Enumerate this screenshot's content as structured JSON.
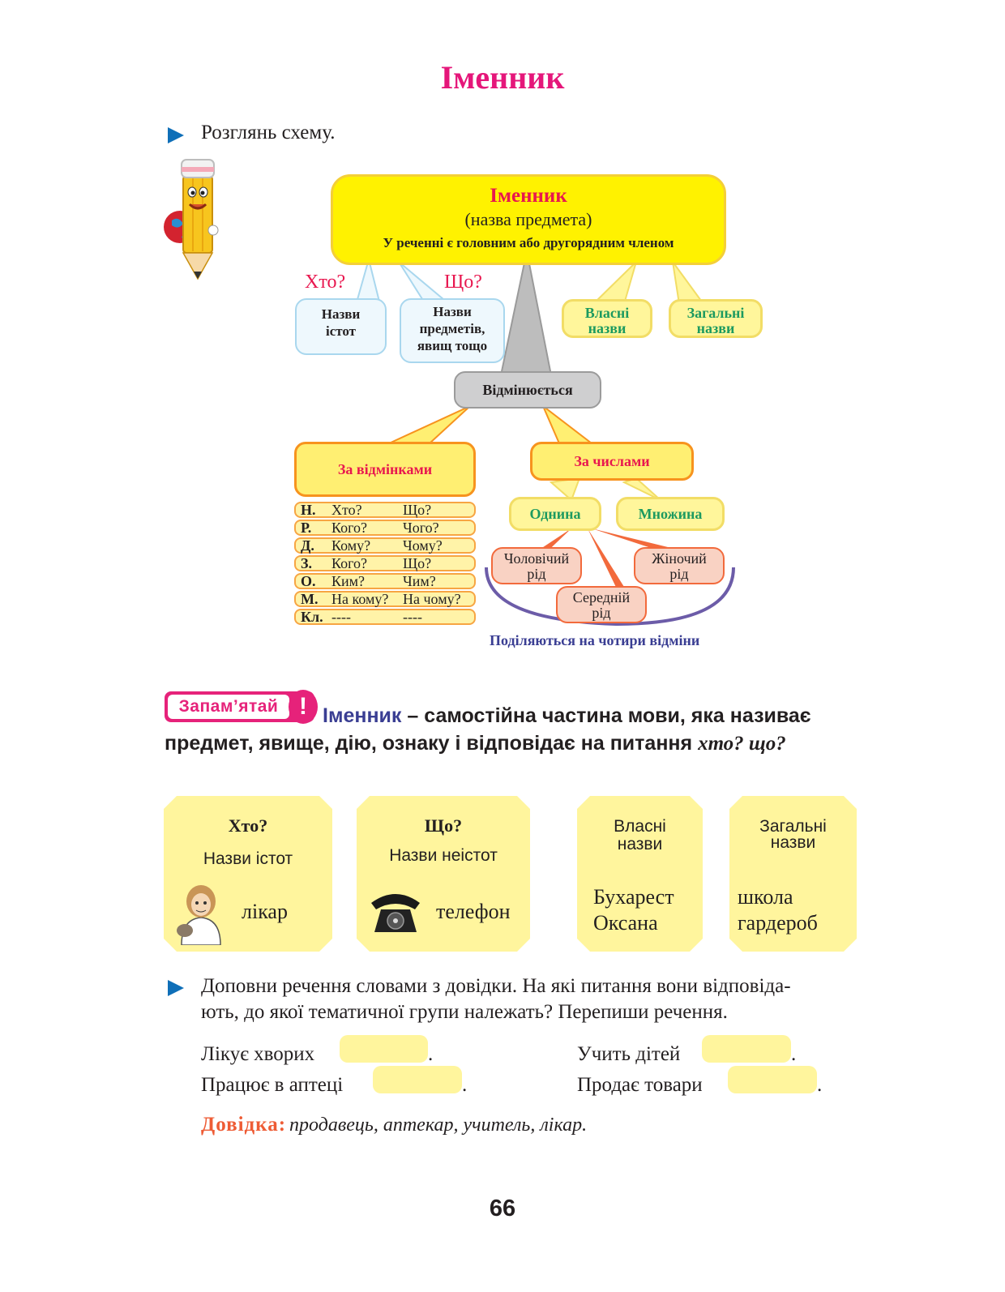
{
  "title": "Іменник",
  "instruction1": "Розглянь схему.",
  "scheme": {
    "main_title": "Іменник",
    "main_sub": "(назва предмета)",
    "main_note": "У реченні є головним або другорядним членом",
    "q_who": "Хто?",
    "q_what": "Що?",
    "who_box": [
      "Назви",
      "істот"
    ],
    "what_box": [
      "Назви",
      "предметів,",
      "явищ тощо"
    ],
    "proper": [
      "Власні",
      "назви"
    ],
    "common": [
      "Загальні",
      "назви"
    ],
    "declines": "Відмінюється",
    "by_cases": "За відмінками",
    "by_numbers": "За числами",
    "singular": "Однина",
    "plural": "Множина",
    "masc": [
      "Чоловічий",
      "рід"
    ],
    "fem": [
      "Жіночий",
      "рід"
    ],
    "neut": [
      "Середній",
      "рід"
    ],
    "four_declensions": "Поділяються на чотири відміни",
    "cases": [
      {
        "abbr": "Н.",
        "who": "Хто?",
        "what": "Що?"
      },
      {
        "abbr": "Р.",
        "who": "Кого?",
        "what": "Чого?"
      },
      {
        "abbr": "Д.",
        "who": "Кому?",
        "what": "Чому?"
      },
      {
        "abbr": "З.",
        "who": "Кого?",
        "what": "Що?"
      },
      {
        "abbr": "О.",
        "who": "Ким?",
        "what": "Чим?"
      },
      {
        "abbr": "М.",
        "who": "На кому?",
        "what": "На чому?"
      },
      {
        "abbr": "Кл.",
        "who": "----",
        "what": "----"
      }
    ]
  },
  "memo": {
    "badge": "Запам’ятай",
    "excl": "!",
    "term": "Іменник",
    "line1_rest": " – самостійна частина мови, яка називає",
    "line2": "предмет, явище, дію, ознаку і відповідає на питання ",
    "line2_italic": "хто? що?"
  },
  "cards": {
    "who": {
      "q": "Хто?",
      "sub": "Назви істот",
      "word": "лікар"
    },
    "what": {
      "q": "Що?",
      "sub": "Назви неістот",
      "word": "телефон"
    },
    "proper": {
      "l1": "Власні",
      "l2": "назви",
      "w1": "Бухарест",
      "w2": "Оксана"
    },
    "common": {
      "l1": "Загальні",
      "l2": "назви",
      "w1": "школа",
      "w2": "гардероб"
    }
  },
  "exercise": {
    "instruction_l1": "Доповни речення словами з довідки. На які питання вони відповіда-",
    "instruction_l2": "ють, до якої тематичної групи належать? Перепиши речення.",
    "s1": "Лікує хворих",
    "s2": "Працює в аптеці",
    "s3": "Учить дітей",
    "s4": "Продає товари",
    "dot": ".",
    "ref_label": "Довідка:",
    "ref_words": "продавець, аптекар, учитель, лікар."
  },
  "page_number": "66",
  "colors": {
    "title": "#e5167a",
    "arrow": "#0f6fb8",
    "accent_pink": "#e6227a",
    "card_yellow": "#fff59d"
  }
}
